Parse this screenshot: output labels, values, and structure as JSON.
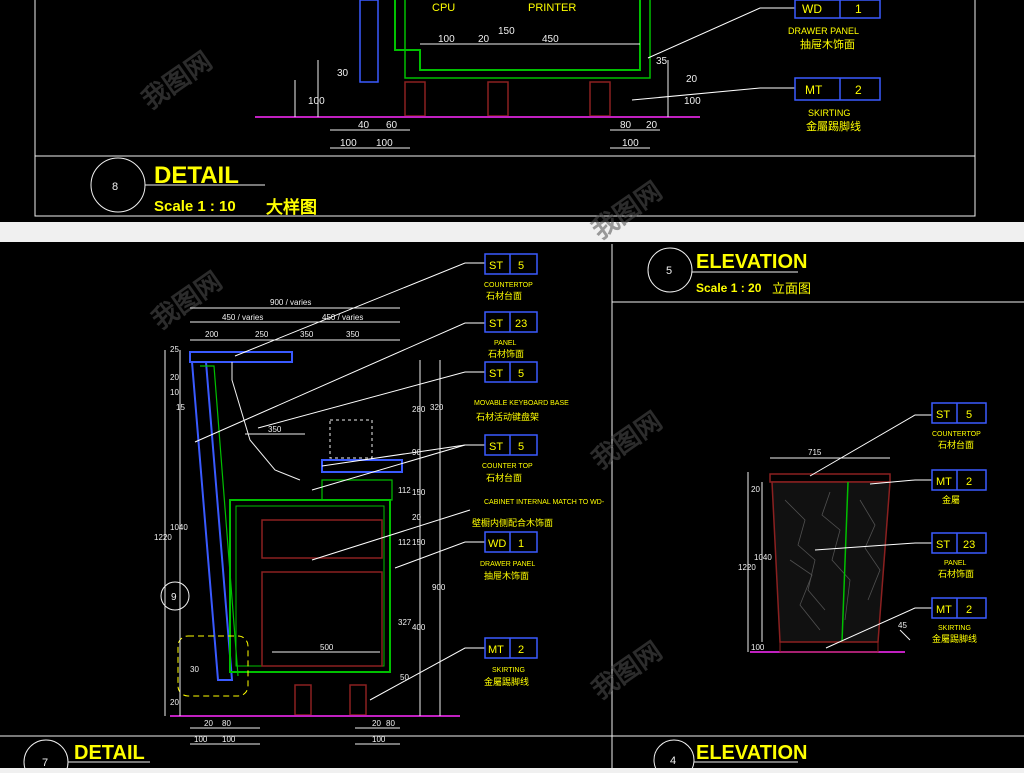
{
  "top_sheet": {
    "labels": {
      "cpu": "CPU",
      "printer": "PRINTER"
    },
    "dims_top": [
      "100",
      "20",
      "150",
      "450"
    ],
    "dims_side": [
      "30",
      "100",
      "35",
      "20",
      "100"
    ],
    "dims_bottom_left": [
      "40",
      "60",
      "100",
      "100"
    ],
    "dims_bottom_right": [
      "80",
      "20",
      "100"
    ],
    "tags": [
      {
        "code": "WD",
        "num": "1",
        "en": "DRAWER PANEL",
        "cn": "抽屉木饰面"
      },
      {
        "code": "MT",
        "num": "2",
        "en": "SKIRTING",
        "cn": "金屬踢脚线"
      }
    ],
    "title": {
      "number": "8",
      "name": "DETAIL",
      "scale": "Scale 1 : 10",
      "scale_cn": "大样图"
    }
  },
  "detail7": {
    "dims_top": [
      "900 / varies",
      "450 / varies",
      "450 / varies",
      "200",
      "250",
      "350",
      "350"
    ],
    "dims_left": [
      "25",
      "20",
      "15",
      "10",
      "1220",
      "1040",
      "20",
      "30"
    ],
    "dims_right": [
      "320",
      "280",
      "90",
      "150",
      "112",
      "20",
      "150",
      "112",
      "400",
      "900",
      "327",
      "50"
    ],
    "dims_bottom": [
      "20",
      "80",
      "20",
      "80",
      "100",
      "100",
      "100"
    ],
    "inner": {
      "d350": "350",
      "d500": "500",
      "marker": "9"
    },
    "tags": [
      {
        "code": "ST",
        "num": "5",
        "en": "COUNTERTOP",
        "cn": "石材台面"
      },
      {
        "code": "ST",
        "num": "23",
        "en": "PANEL",
        "cn": "石材饰面"
      },
      {
        "code": "ST",
        "num": "5",
        "en": "MOVABLE KEYBOARD BASE",
        "cn": "石材活动键盘架"
      },
      {
        "code": "ST",
        "num": "5",
        "en": "COUNTER TOP",
        "cn": "石材台面"
      },
      {
        "code": "",
        "num": "",
        "en": "CABINET INTERNAL MATCH TO WD-",
        "cn": "壁橱内侧配合木饰面"
      },
      {
        "code": "WD",
        "num": "1",
        "en": "DRAWER PANEL",
        "cn": "抽屉木饰面"
      },
      {
        "code": "MT",
        "num": "2",
        "en": "SKIRTING",
        "cn": "金屬踢脚线"
      }
    ],
    "title": {
      "number": "7",
      "name": "DETAIL"
    }
  },
  "elevation5": {
    "title": {
      "number": "5",
      "name": "ELEVATION",
      "scale": "Scale 1 : 20",
      "scale_cn": "立面图"
    },
    "dims": [
      "715",
      "20",
      "1220",
      "1040",
      "100",
      "45"
    ],
    "tags": [
      {
        "code": "ST",
        "num": "5",
        "en": "COUNTERTOP",
        "cn": "石材台面"
      },
      {
        "code": "MT",
        "num": "2",
        "en": "",
        "cn": "金屬"
      },
      {
        "code": "ST",
        "num": "23",
        "en": "PANEL",
        "cn": "石材饰面"
      },
      {
        "code": "MT",
        "num": "2",
        "en": "SKIRTING",
        "cn": "金屬踢脚线"
      }
    ]
  },
  "elevation4": {
    "title": {
      "number": "4",
      "name": "ELEVATION"
    }
  },
  "colors": {
    "background": "#000000",
    "frame": "#f0f0f0",
    "annotation": "#ffff00",
    "outline": "#00c000",
    "dimension": "#f0f0f0",
    "leader": "#ffffff",
    "tag_border": "#3a5aff",
    "furniture": "#8b2020",
    "floor": "#c020c0",
    "watermark": "#505050"
  }
}
